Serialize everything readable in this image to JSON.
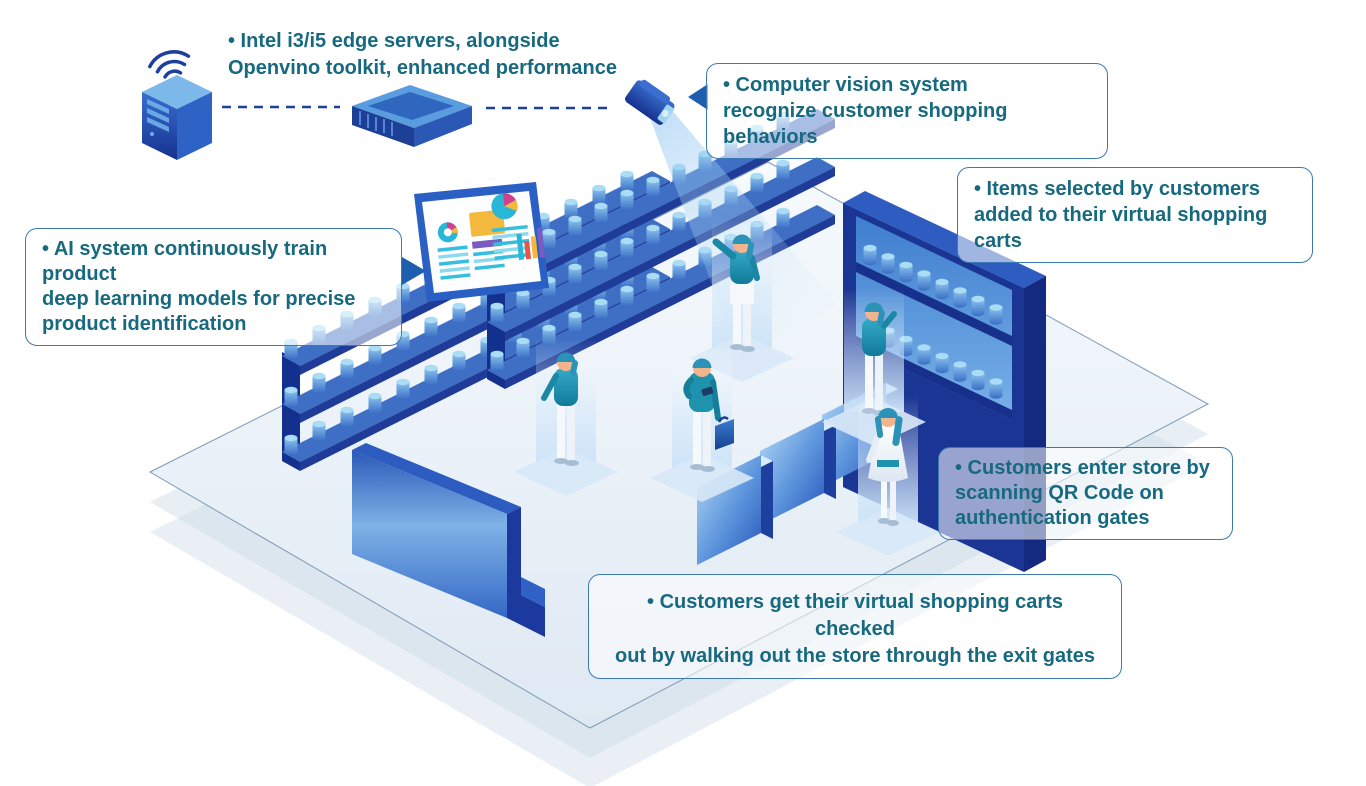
{
  "callouts": {
    "intel_note": {
      "line1": "• Intel i3/i5 edge servers, alongside",
      "line2": "Openvino toolkit, enhanced performance"
    },
    "computer_vision": {
      "line1": "• Computer vision system",
      "line2": "recognize customer shopping behaviors"
    },
    "items_cart": {
      "line1": "• Items selected by customers",
      "line2": "added to their virtual shopping carts"
    },
    "ai_training": {
      "line1": "• AI system continuously train product",
      "line2": "deep learning models for precise",
      "line3": "product identification"
    },
    "qr_entry": {
      "line1": "• Customers enter store by",
      "line2": "scanning QR Code on",
      "line3": "authentication gates"
    },
    "checkout_exit": {
      "line1": "• Customers get their virtual shopping carts checked",
      "line2": "out by walking out the store through the exit gates"
    }
  },
  "colors": {
    "callout_border": "#3c78b4",
    "callout_text": "#17697f",
    "callout_arrow": "#1d5fae",
    "navy": "#1c3a9e",
    "mid_blue": "#2f62c4",
    "light_blue": "#8fc0ec",
    "beam": "#aed3f0",
    "floor": "#edf2f8",
    "teal_clothing": "#1a87a5",
    "skin": "#f2b48c",
    "chart_cyan": "#29b7d8",
    "chart_red": "#e8534a",
    "chart_yellow": "#f4b83c",
    "chart_purple": "#7a5bbf"
  },
  "icons": {
    "wifi-icon": "three-arc wireless signal",
    "edge-server-tower-icon": "isometric server tower",
    "edge-server-box-icon": "isometric edge gateway box",
    "security-camera-icon": "ceiling camera with light beam",
    "analytics-dashboard-icon": "monitor with pie and bar charts",
    "entry-gate": "isometric authentication gate panel",
    "exit-gate-wall": "isometric exit wall",
    "shelf-row": "isometric product shelf with cans",
    "wall-shelf-unit": "wall shelf with products",
    "customer-figure": "shopper figure under spotlight"
  }
}
